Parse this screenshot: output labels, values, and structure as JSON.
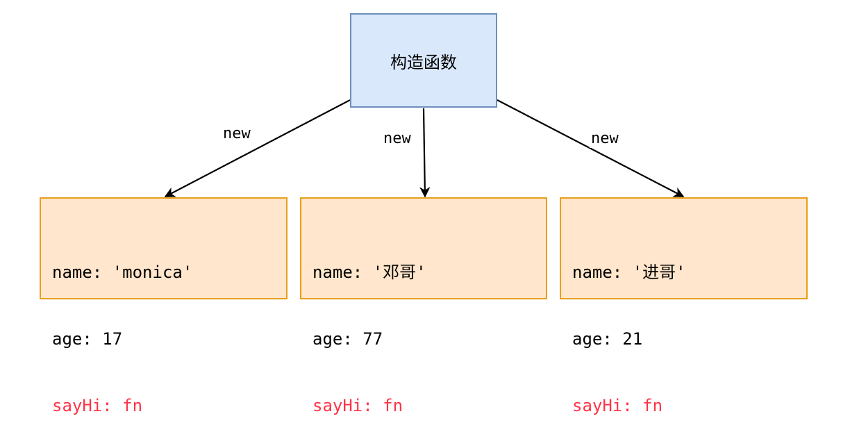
{
  "constructor": {
    "label": "构造函数"
  },
  "edges": [
    {
      "label": "new"
    },
    {
      "label": "new"
    },
    {
      "label": "new"
    }
  ],
  "objects": [
    {
      "name": "name: 'monica'",
      "age": "age: 17",
      "method": "sayHi: fn"
    },
    {
      "name": "name: '邓哥'",
      "age": "age: 77",
      "method": "sayHi: fn"
    },
    {
      "name": "name: '进哥'",
      "age": "age: 21",
      "method": "sayHi: fn"
    }
  ],
  "colors": {
    "constructor_fill": "#dae8fc",
    "constructor_border": "#6c8ebf",
    "object_fill": "#ffe6cc",
    "object_border": "#e89f1c",
    "method_text": "#ff3347",
    "arrow": "#000000"
  }
}
